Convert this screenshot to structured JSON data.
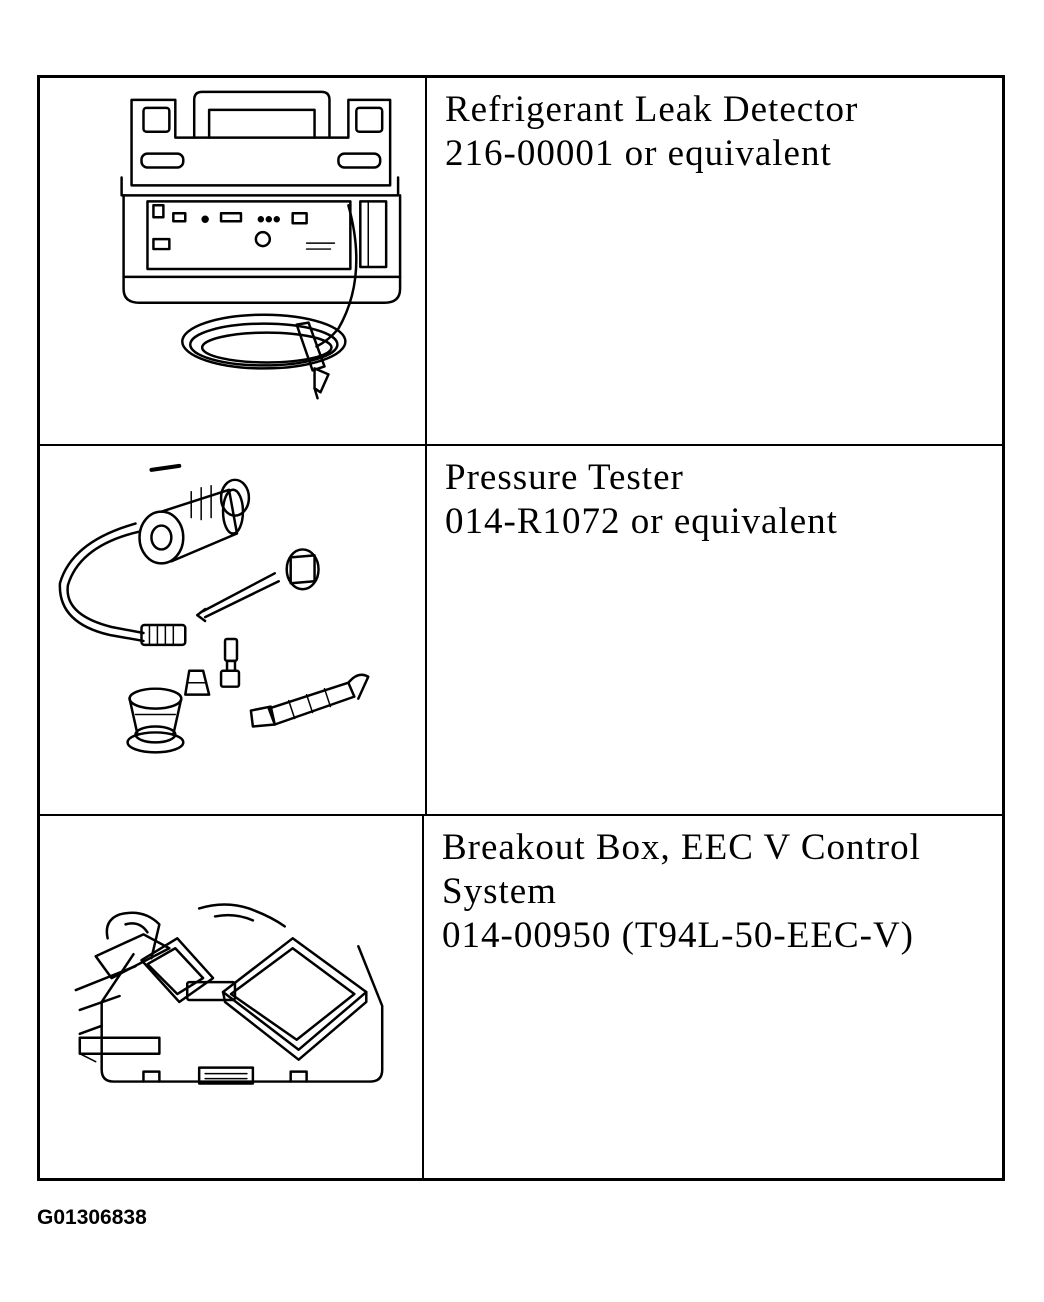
{
  "tools": [
    {
      "name": "Refrigerant Leak Detector",
      "part_number": "216-00001 or equivalent",
      "illustration": "refrigerant-leak-detector-illustration"
    },
    {
      "name": "Pressure Tester",
      "part_number": "014-R1072 or equivalent",
      "illustration": "pressure-tester-illustration"
    },
    {
      "name_line1": "Breakout Box, EEC V Control",
      "name_line2": "System",
      "part_number": "014-00950 (T94L-50-EEC-V)",
      "illustration": "breakout-box-illustration"
    }
  ],
  "figure_id": "G01306838"
}
